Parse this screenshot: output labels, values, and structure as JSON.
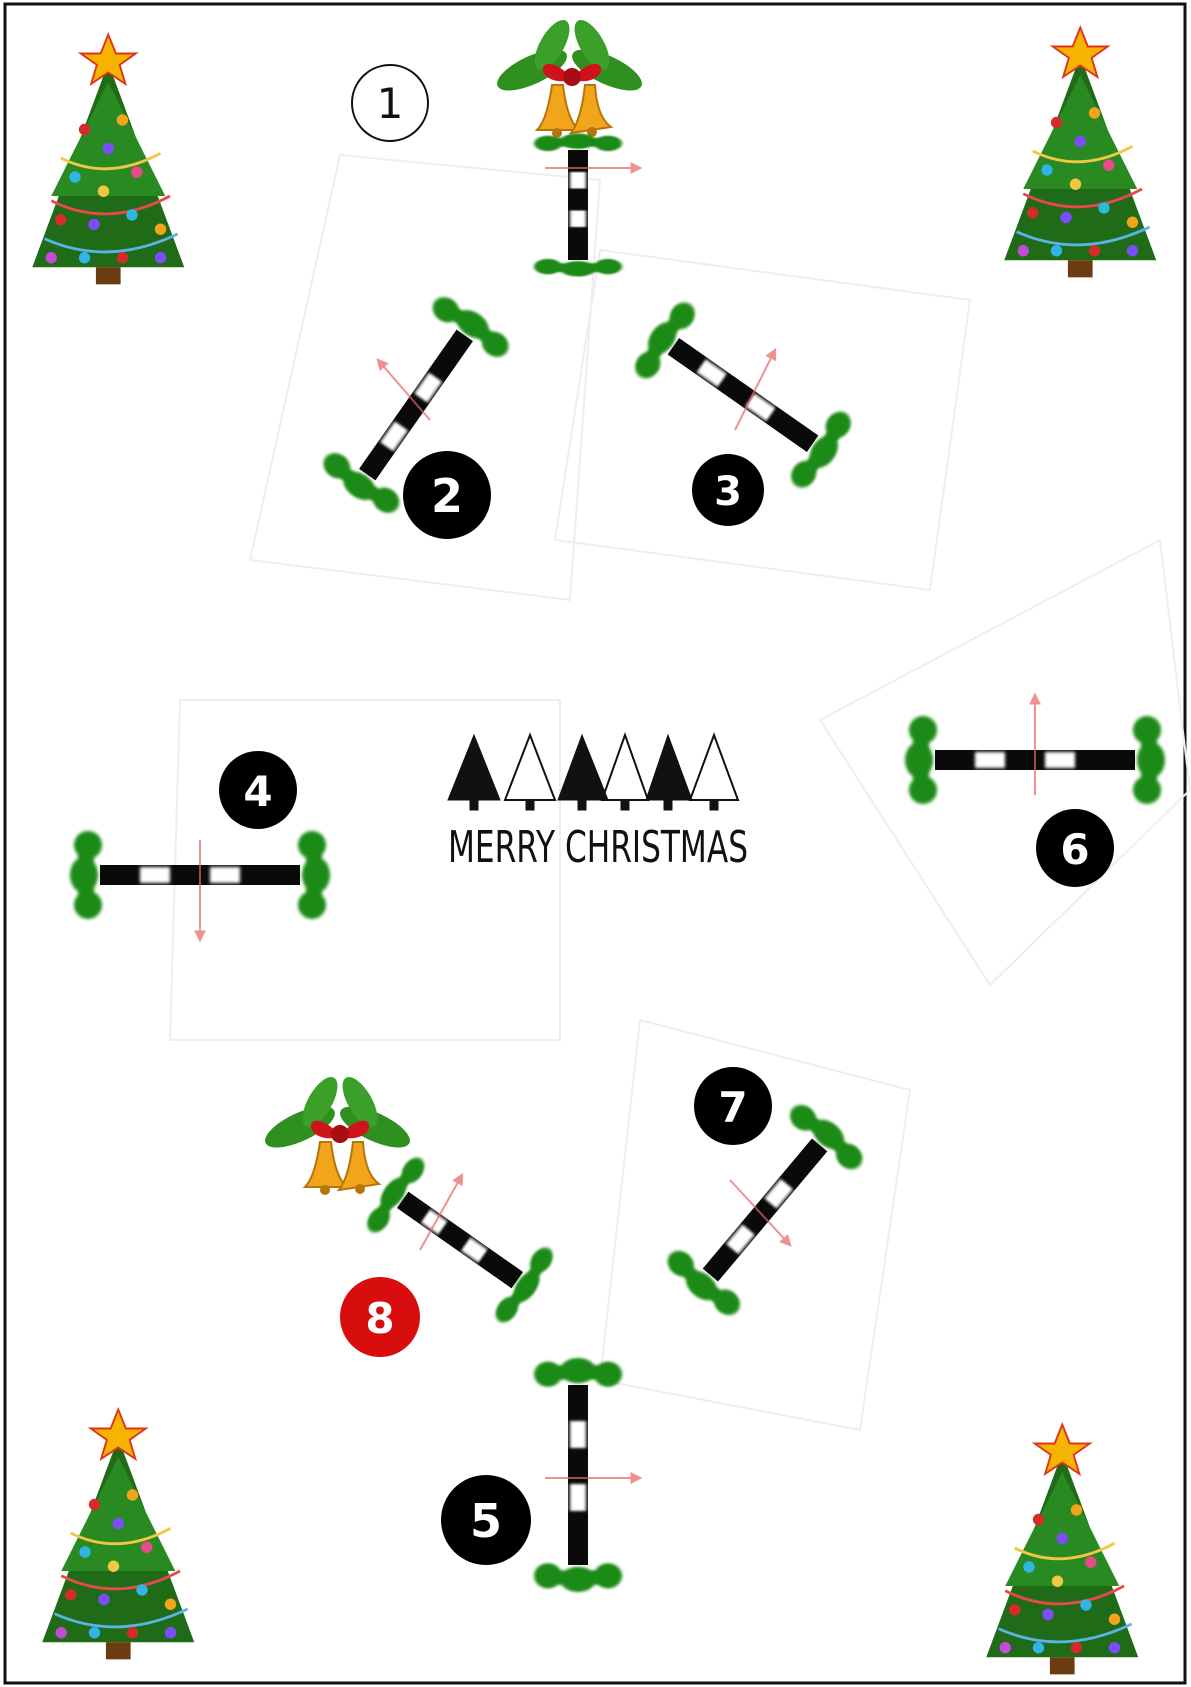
{
  "course": {
    "title": "MERRY CHRISTMAS",
    "markers": [
      {
        "id": "m1",
        "label": "1",
        "style": "outline"
      },
      {
        "id": "m2",
        "label": "2",
        "style": "black"
      },
      {
        "id": "m3",
        "label": "3",
        "style": "black"
      },
      {
        "id": "m4",
        "label": "4",
        "style": "black"
      },
      {
        "id": "m5",
        "label": "5",
        "style": "black"
      },
      {
        "id": "m6",
        "label": "6",
        "style": "black"
      },
      {
        "id": "m7",
        "label": "7",
        "style": "black"
      },
      {
        "id": "m8",
        "label": "8",
        "style": "red"
      }
    ],
    "colors": {
      "pole_black": "#0a0a0a",
      "pole_white": "#ffffff",
      "wing_green": "#1f8a12",
      "arrow": "#e6645f",
      "marker_black": "#000000",
      "marker_red": "#d80d0d",
      "tree_green": "#1f6b17",
      "star": "#f4b400",
      "bell": "#f2a51a",
      "bow": "#d0121b",
      "holly": "#2f8f1f"
    }
  }
}
